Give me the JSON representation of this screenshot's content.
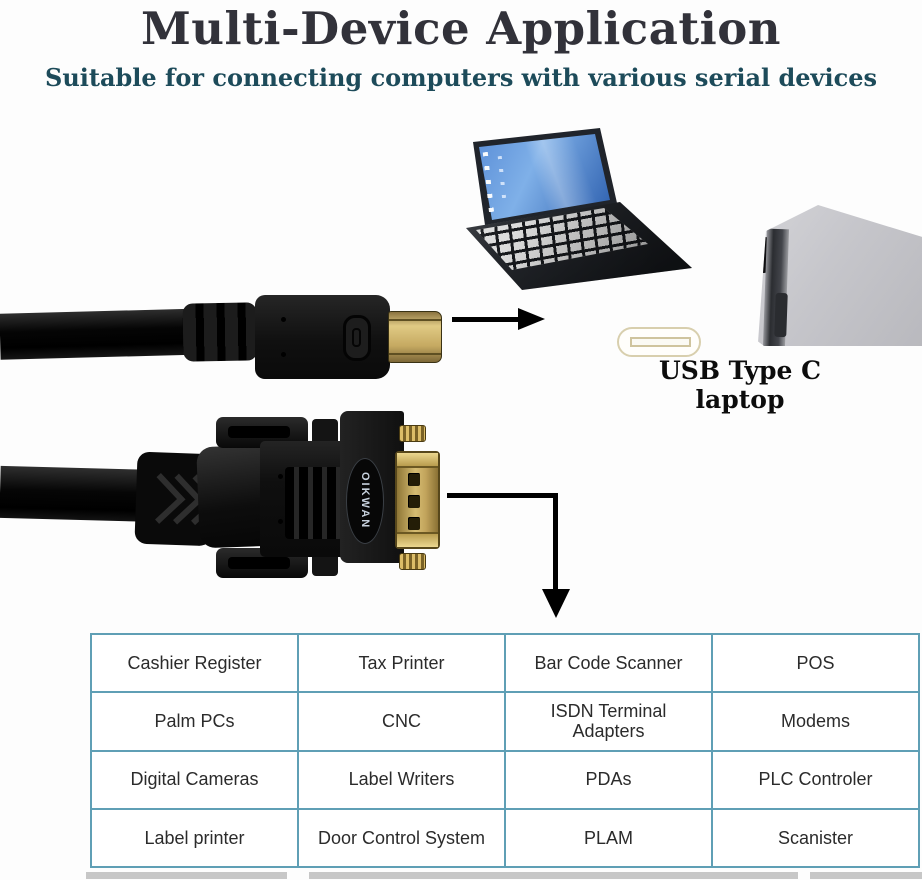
{
  "header": {
    "title": "Multi-Device Application",
    "subtitle": "Suitable for connecting computers with various serial devices"
  },
  "usb_section": {
    "label": "USB Type C laptop"
  },
  "connector": {
    "brand": "OIKWAN"
  },
  "colors": {
    "title": "#32323a",
    "subtitle": "#1d4b5a",
    "table_border": "#5f9fb5",
    "connector_gold": "#c9ab5e",
    "arrow": "#000000",
    "brand_text": "#c7d1dd"
  },
  "table": {
    "rows": [
      [
        "Cashier Register",
        "Tax Printer",
        "Bar Code Scanner",
        "POS"
      ],
      [
        "Palm PCs",
        "CNC",
        "ISDN Terminal Adapters",
        "Modems"
      ],
      [
        "Digital Cameras",
        "Label Writers",
        "PDAs",
        "PLC Controler"
      ],
      [
        "Label printer",
        "Door Control System",
        "PLAM",
        "Scanister"
      ]
    ]
  }
}
